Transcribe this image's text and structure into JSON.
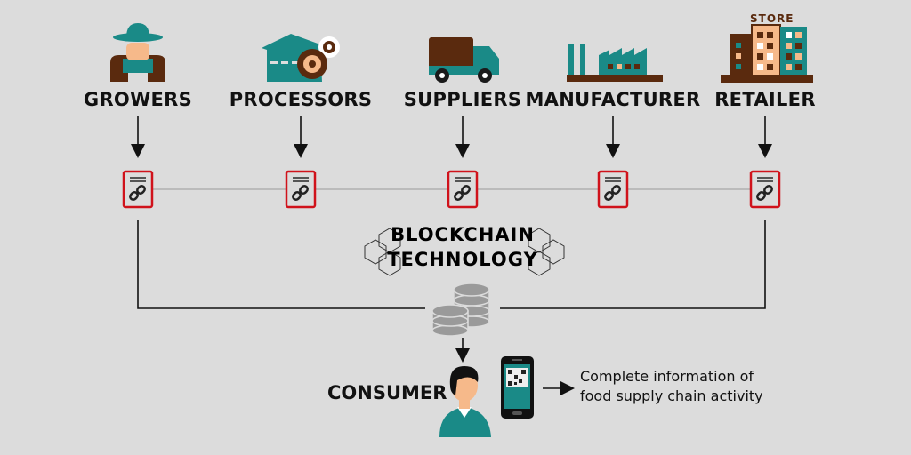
{
  "stages": [
    {
      "label": "GROWERS",
      "icon": "farmer-icon"
    },
    {
      "label": "PROCESSORS",
      "icon": "factory-gear-icon"
    },
    {
      "label": "SUPPLIERS",
      "icon": "truck-icon"
    },
    {
      "label": "MANUFACTURER",
      "icon": "factory-icon"
    },
    {
      "label": "RETAILER",
      "icon": "store-building-icon"
    }
  ],
  "store_sign": "STORE",
  "blockchain": {
    "line1": "BLOCKCHAIN",
    "line2": "TECHNOLOGY"
  },
  "consumer": {
    "label": "CONSUMER"
  },
  "info": {
    "line1": "Complete information of",
    "line2": "food supply chain activity"
  },
  "colors": {
    "background": "#dcdcdc",
    "teal": "#1a8a87",
    "brown": "#5a2a0e",
    "peach": "#f6b98a",
    "ledger_red": "#d0121b",
    "coin_gray": "#9a9a9a"
  }
}
